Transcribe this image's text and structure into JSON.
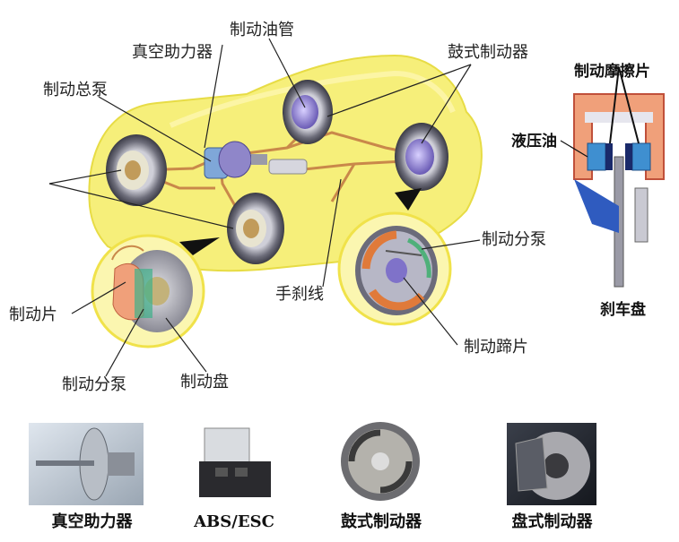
{
  "labels": {
    "brake_line": "制动油管",
    "vacuum_booster": "真空助力器",
    "drum_brake": "鼓式制动器",
    "master_cylinder": "制动总泵",
    "brake_pad_right": "制动摩擦片",
    "hydraulic_oil": "液压油",
    "wheel_cylinder_right": "制动分泵",
    "handbrake_cable": "手刹线",
    "brake_disc_right": "刹车盘",
    "brake_pad_left": "制动片",
    "brake_shoe": "制动蹄片",
    "wheel_cylinder_left": "制动分泵",
    "brake_disc_left": "制动盘"
  },
  "components": [
    {
      "name": "真空助力器",
      "icon": "vacuum-booster-photo"
    },
    {
      "name": "ABS/ESC",
      "icon": "abs-esc-unit-photo"
    },
    {
      "name": "鼓式制动器",
      "icon": "drum-brake-photo"
    },
    {
      "name": "盘式制动器",
      "icon": "disc-brake-photo"
    }
  ],
  "colors": {
    "car_body": "#f6ef7a",
    "brake_line": "#c9884a",
    "caliper": "#f0a07a",
    "fluid": "#3f8fd0",
    "detail_circle": "#fbf6b0"
  }
}
